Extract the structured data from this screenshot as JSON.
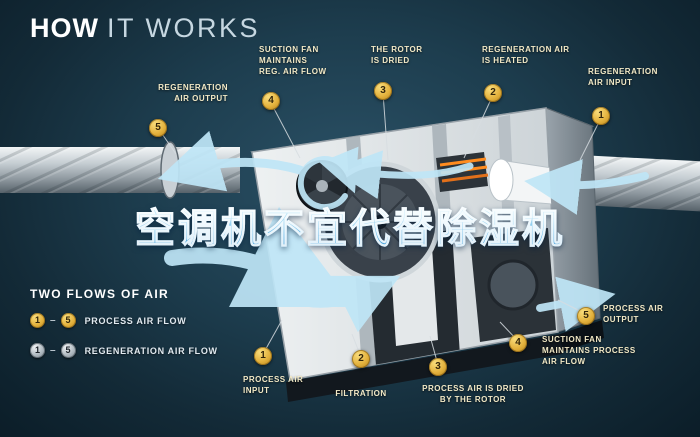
{
  "title": {
    "bold": "HOW",
    "light": "IT WORKS"
  },
  "watermark": "空调机不宜代替除湿机",
  "callouts": {
    "reg_output": {
      "num": "5",
      "label": "REGENERATION\nAIR OUTPUT"
    },
    "reg_fan": {
      "num": "4",
      "label": "SUCTION FAN\nMAINTAINS\nREG. AIR FLOW"
    },
    "rotor_dried": {
      "num": "3",
      "label": "THE ROTOR\nIS DRIED"
    },
    "reg_heated": {
      "num": "2",
      "label": "REGENERATION AIR\nIS HEATED"
    },
    "reg_input": {
      "num": "1",
      "label": "REGENERATION\nAIR INPUT"
    },
    "proc_output": {
      "num": "5",
      "label": "PROCESS AIR\nOUTPUT"
    },
    "proc_fan": {
      "num": "4",
      "label": "SUCTION FAN\nMAINTAINS PROCESS\nAIR FLOW"
    },
    "proc_dried": {
      "num": "3",
      "label": "PROCESS AIR IS DRIED\nBY THE ROTOR"
    },
    "filtration": {
      "num": "2",
      "label": "FILTRATION"
    },
    "proc_input": {
      "num": "1",
      "label": "PROCESS AIR\nINPUT"
    }
  },
  "legend": {
    "heading": "TWO FLOWS OF AIR",
    "rows": [
      {
        "from": "1",
        "dash": "–",
        "to": "5",
        "label": "PROCESS AIR FLOW"
      },
      {
        "from": "1",
        "dash": "–",
        "to": "5",
        "label": "REGENERATION AIR FLOW"
      }
    ]
  },
  "colors": {
    "background": "#1d3d4e",
    "badge_gold": "#e3b13c",
    "label_cream": "#f2e9c6",
    "airflow_blue": "#bfe6f7",
    "watermark_blue": "#5db2e5"
  }
}
